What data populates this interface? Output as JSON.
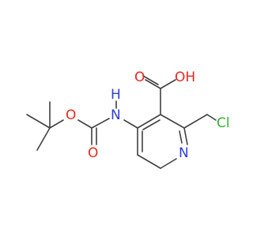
{
  "molecule": {
    "labels": {
      "hydroxyl": "OH",
      "carbonyl_o_acid": "O",
      "ring_n": "N",
      "chlorine": "Cl",
      "nh": "H",
      "nh_n": "N",
      "carbonyl_o_boc": "O",
      "ester_o": "O"
    },
    "colors": {
      "bond": "#404040",
      "oxygen": "#e5281e",
      "nitrogen": "#2b3fd6",
      "chlorine": "#2db52d"
    }
  }
}
